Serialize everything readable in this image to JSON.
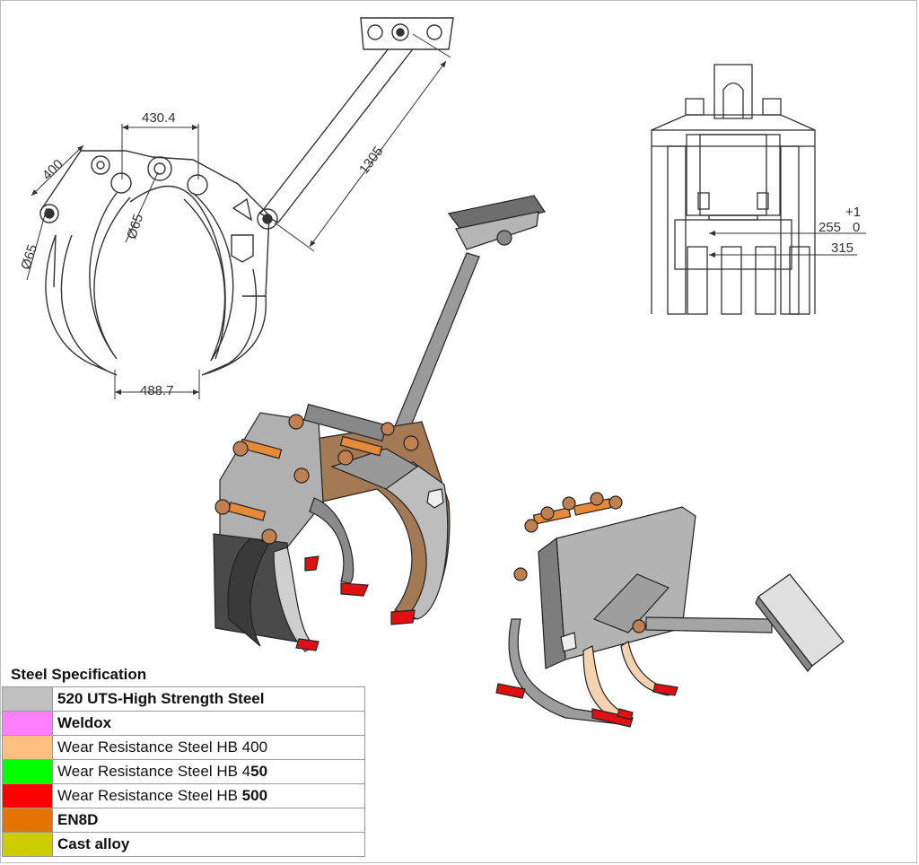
{
  "dimensions": {
    "width_top": "430.4",
    "pivot_spacing": "400",
    "pin_left": "Ø65",
    "pin_center": "Ø65",
    "arm_length": "1305",
    "tip_width": "488.7",
    "tolerance_plus": "+1",
    "tolerance_value": "255",
    "tolerance_zero": "0",
    "overall_width": "315"
  },
  "spec": {
    "title": "Steel Specification",
    "rows": [
      {
        "color": "#c0c0c0",
        "text": "520 UTS-High Strength Steel",
        "bold": true
      },
      {
        "color": "#ff80ff",
        "text": "Weldox",
        "bold": true
      },
      {
        "color": "#ffbf80",
        "text": "Wear Resistance Steel HB 400",
        "bold": false
      },
      {
        "color": "#00ff00",
        "pre": "Wear Resistance Steel HB 4",
        "post": "50"
      },
      {
        "color": "#ff0000",
        "pre": "Wear Resistance Steel HB ",
        "post": "500"
      },
      {
        "color": "#e67300",
        "text": "EN8D",
        "bold": true
      },
      {
        "color": "#cccc00",
        "text": "Cast alloy",
        "bold": true
      }
    ]
  }
}
